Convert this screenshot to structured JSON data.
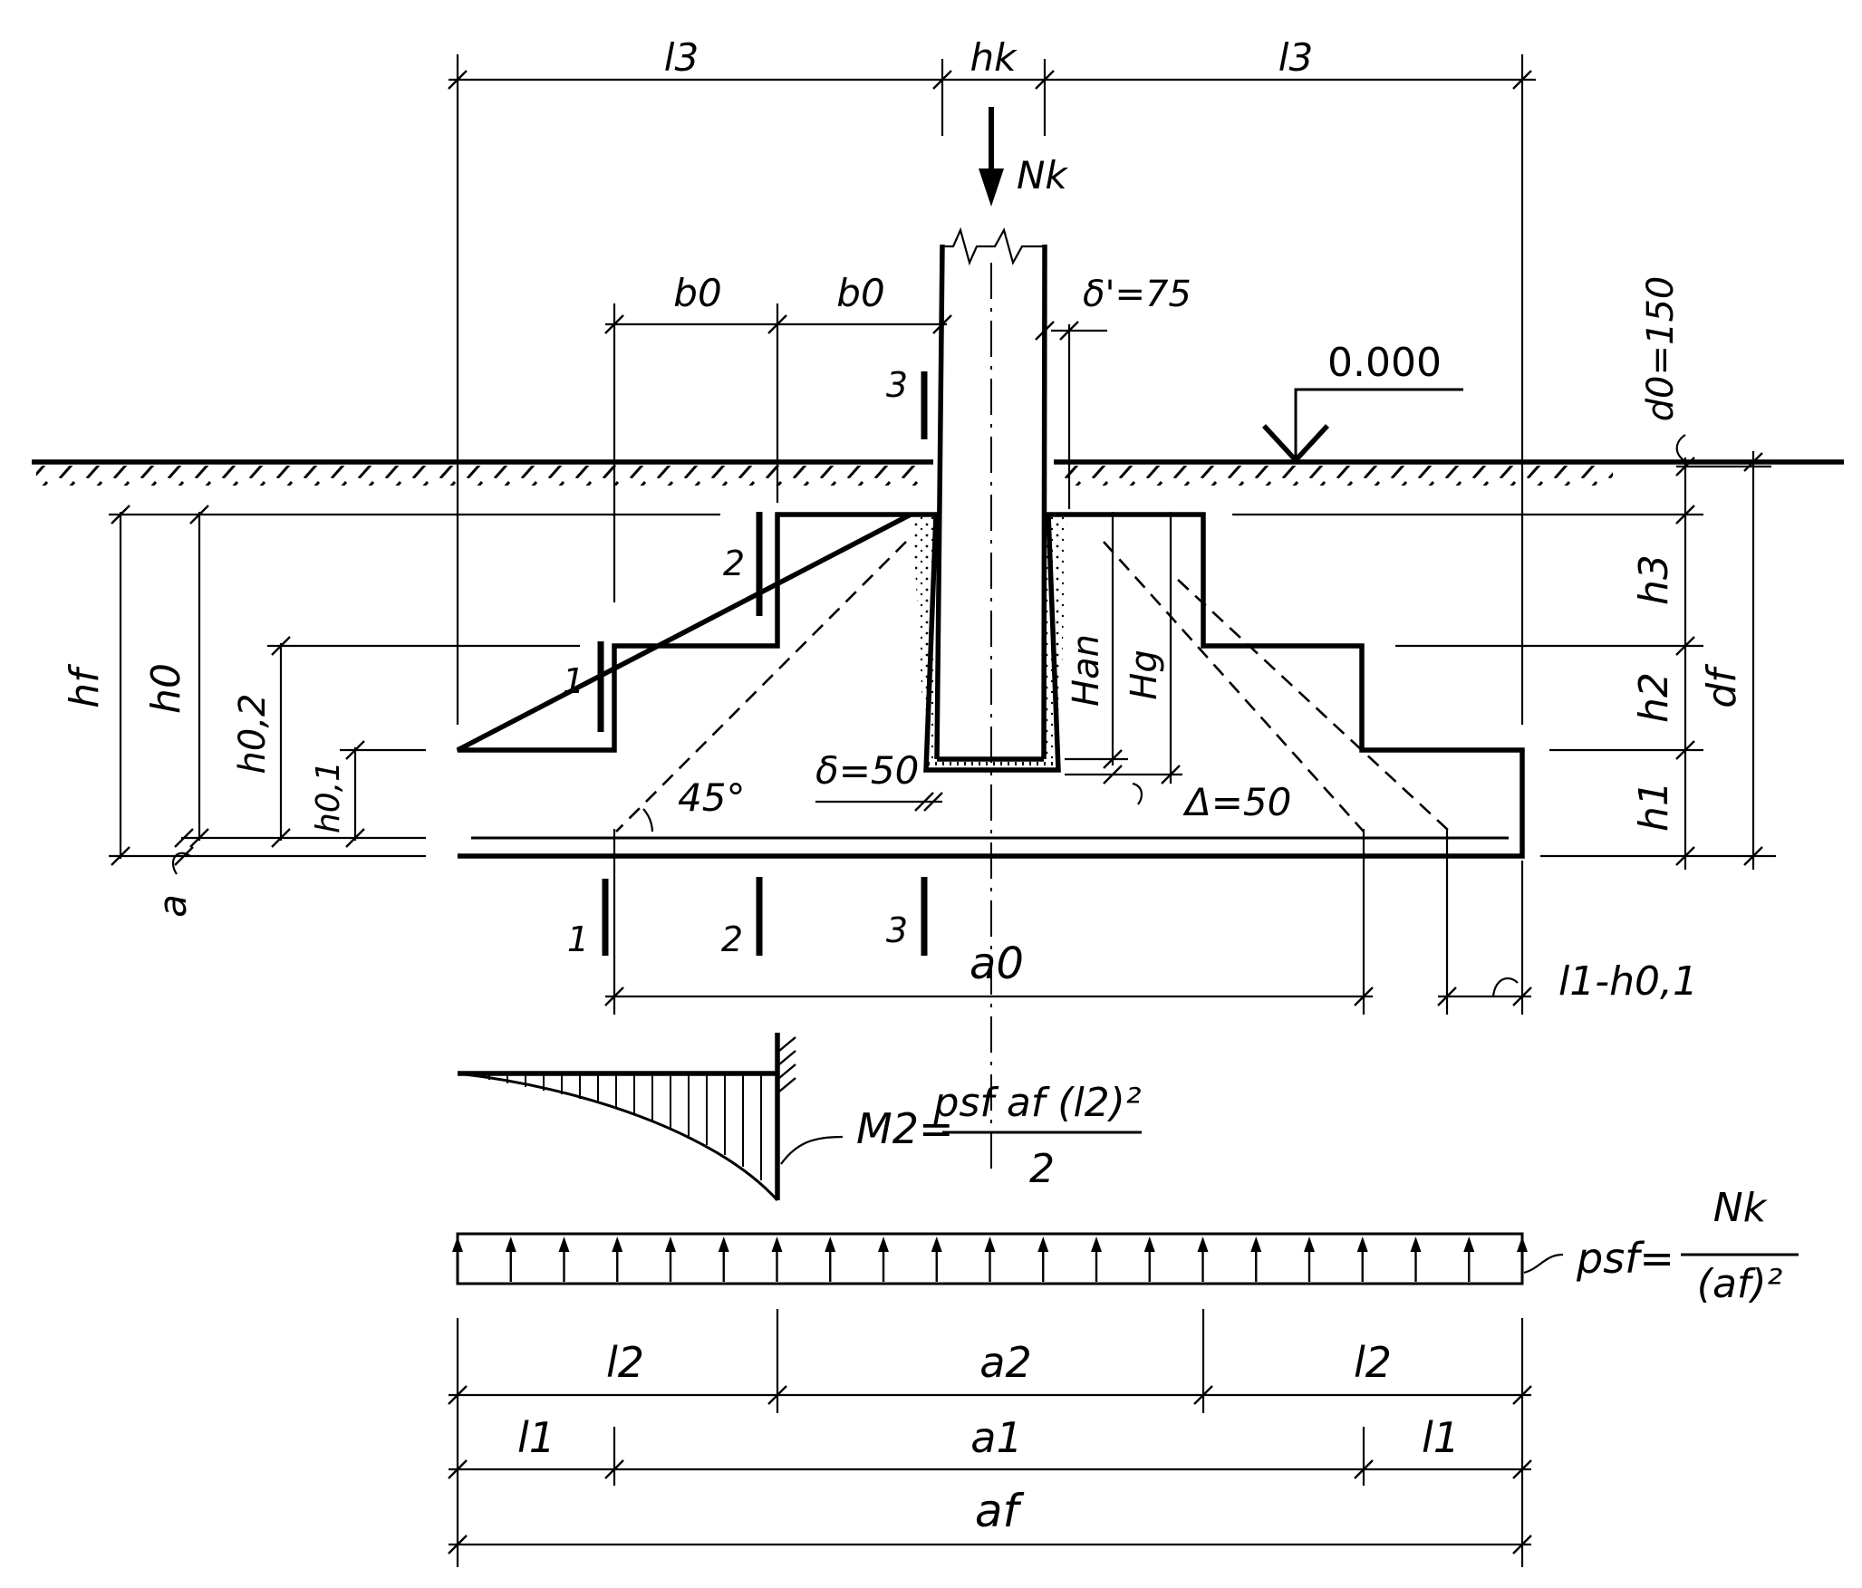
{
  "labels": {
    "l3": "l3",
    "hk": "hk",
    "Nk": "Nk",
    "b0": "b0",
    "delta_prime": "δ'=75",
    "level": "0.000",
    "d0": "d0=150",
    "hf": "hf",
    "h0": "h0",
    "h02": "h0,2",
    "h01": "h0,1",
    "a_cover": "a",
    "h3": "h3",
    "h2": "h2",
    "h1": "h1",
    "df": "df",
    "Han": "Han",
    "Hg": "Hg",
    "angle": "45°",
    "delta": "δ=50",
    "Delta": "Δ=50",
    "a0": "a0",
    "l1_minus_h01": "l1-h0,1",
    "section_1": "1",
    "section_2": "2",
    "section_3": "3",
    "M2_lhs": "M2=",
    "M2_num": "psf af (l2)²",
    "M2_den": "2",
    "psf_lhs": "psf=",
    "psf_num": "Nk",
    "psf_den": "(af)²",
    "l2": "l2",
    "a2": "a2",
    "l1": "l1",
    "a1": "a1",
    "af": "af"
  }
}
